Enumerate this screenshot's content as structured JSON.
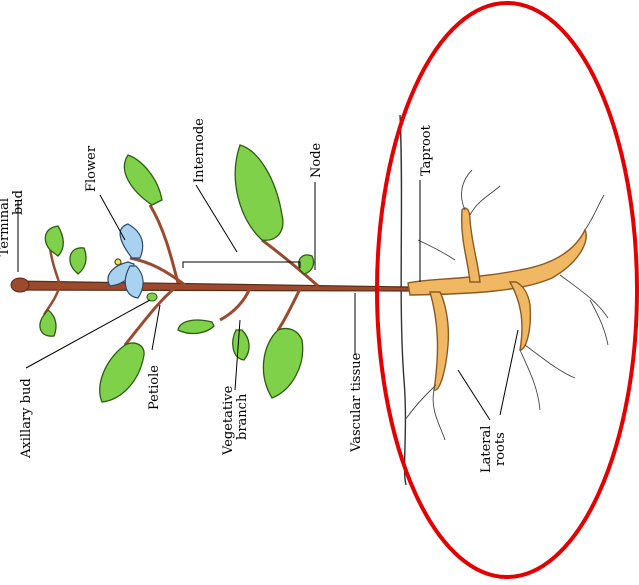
{
  "labels": {
    "terminal_bud_line1": "Terminal",
    "terminal_bud_line2": "bud",
    "flower": "Flower",
    "internode": "Internode",
    "node": "Node",
    "taproot": "Taproot",
    "axillary_bud": "Axillary bud",
    "petiole": "Petiole",
    "vegetative_branch_line1": "Vegetative",
    "vegetative_branch_line2": "branch",
    "vascular_tissue": "Vascular tissue",
    "lateral_roots_line1": "Lateral",
    "lateral_roots_line2": "roots"
  },
  "colors": {
    "stem": "#9c4a2e",
    "stem_dark": "#5a2a18",
    "leaf": "#7fd14a",
    "leaf_edge": "#2f5a14",
    "flower": "#a9d2f0",
    "root": "#f1b864",
    "root_edge": "#8a5a22",
    "highlight": "#e40000",
    "label": "#000000"
  }
}
